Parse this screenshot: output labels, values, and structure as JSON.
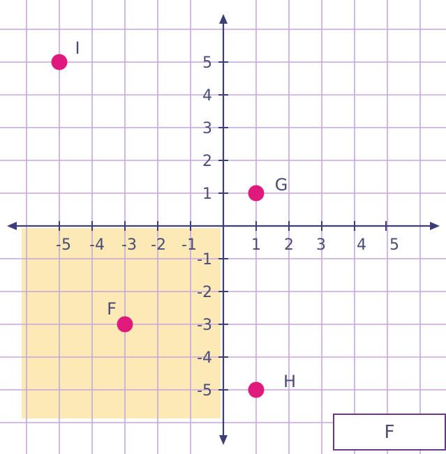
{
  "colors": {
    "grid": "#c7a6dc",
    "axis": "#3d3d78",
    "label": "#4b4b78",
    "point": "#e0197d",
    "shaded_quadrant": "#fbe9b6"
  },
  "x_ticks": [
    "-5",
    "-4",
    "-3",
    "-2",
    "-1",
    "1",
    "2",
    "3",
    "4",
    "5"
  ],
  "y_ticks": [
    "5",
    "4",
    "3",
    "2",
    "1",
    "-1",
    "-2",
    "-3",
    "-4",
    "-5"
  ],
  "shaded_region": {
    "quadrant": "III",
    "x_from": -6,
    "x_to": 0,
    "y_from": -6,
    "y_to": 0
  },
  "points": [
    {
      "label": "I",
      "x": -5,
      "y": 5
    },
    {
      "label": "G",
      "x": 1,
      "y": 1
    },
    {
      "label": "F",
      "x": -3,
      "y": -3
    },
    {
      "label": "H",
      "x": 1,
      "y": -5
    }
  ],
  "answer": {
    "value": "F"
  }
}
